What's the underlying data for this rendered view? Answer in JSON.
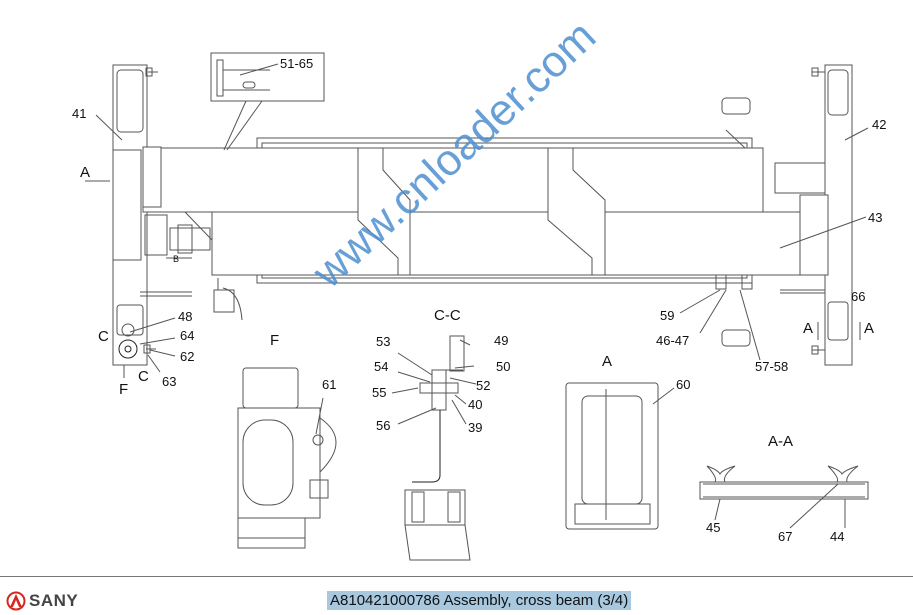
{
  "drawing": {
    "callouts": {
      "c41": "41",
      "c42": "42",
      "c43": "43",
      "c51_65": "51-65",
      "c48": "48",
      "c64": "64",
      "c62": "62",
      "c63": "63",
      "c59": "59",
      "c46_47": "46-47",
      "c57_58": "57-58",
      "c66": "66",
      "c61": "61",
      "c53": "53",
      "c54": "54",
      "c55": "55",
      "c56": "56",
      "c49": "49",
      "c50": "50",
      "c52": "52",
      "c40": "40",
      "c39": "39",
      "c60": "60",
      "c45": "45",
      "c67": "67",
      "c44": "44",
      "small_b": "B"
    },
    "view_marks": {
      "a_left": "A",
      "c_top": "C",
      "c_bottom": "C",
      "f_left": "F",
      "a_right1": "A",
      "a_right2": "A"
    },
    "view_titles": {
      "f": "F",
      "cc": "C-C",
      "a": "A",
      "aa": "A-A"
    },
    "watermark": "www.cnloader.com"
  },
  "footer": {
    "brand": "SANY",
    "title": "A810421000786 Assembly, cross beam (3/4)",
    "title_highlight": "#a8c8e0",
    "brand_color": "#d7261e"
  }
}
